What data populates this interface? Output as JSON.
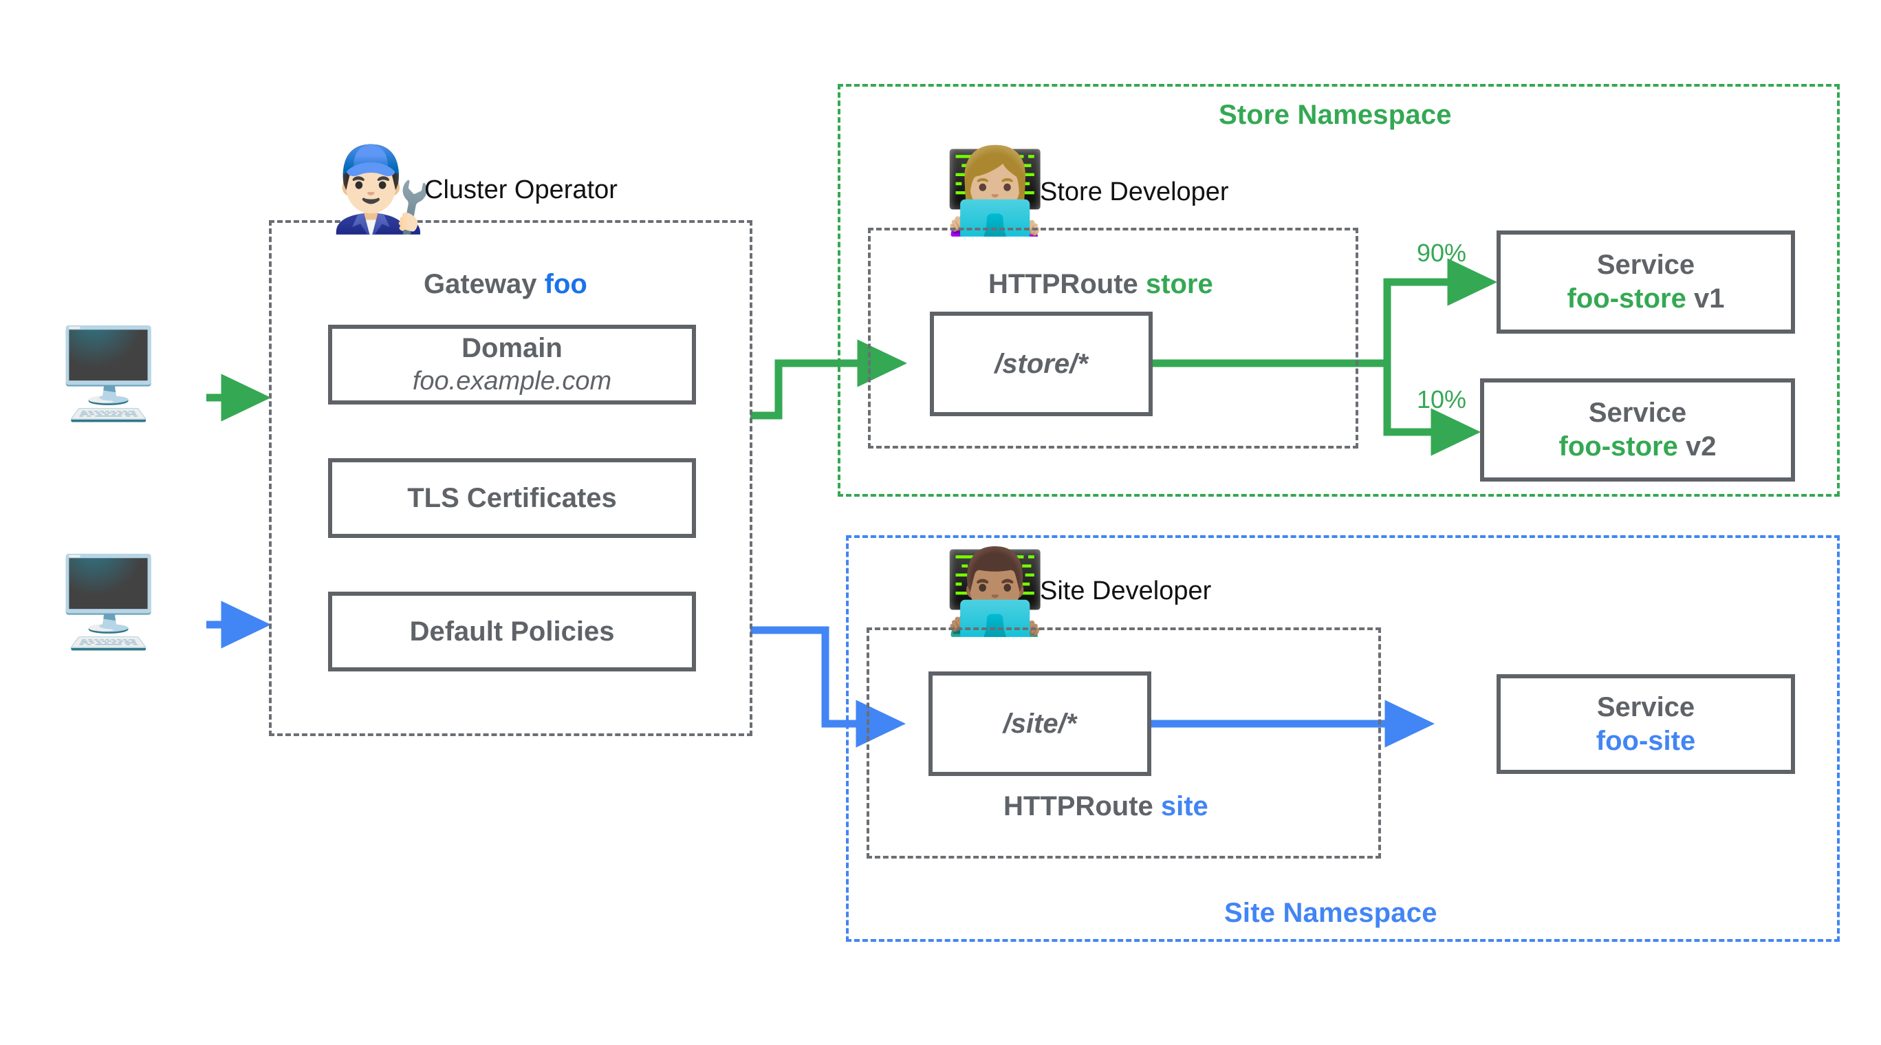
{
  "diagram": {
    "title": "Kubernetes Gateway API role-oriented routing diagram",
    "colors": {
      "green": "#34a853",
      "blue": "#4285f4",
      "grey": "#5f6368",
      "dashed_grey": "#6b6f73"
    }
  },
  "clients": [
    {
      "name": "client-computer-top",
      "icon": "desktop-computer-icon",
      "arrow_color": "#34a853"
    },
    {
      "name": "client-computer-bottom",
      "icon": "desktop-computer-icon",
      "arrow_color": "#4285f4"
    }
  ],
  "gateway": {
    "persona": {
      "label": "Cluster Operator",
      "icon": "man-mechanic-icon"
    },
    "header_prefix": "Gateway",
    "header_name": "foo",
    "items": [
      {
        "title": "Domain",
        "subtitle": "foo.example.com"
      },
      {
        "title": "TLS Certificates",
        "subtitle": ""
      },
      {
        "title": "Default Policies",
        "subtitle": ""
      }
    ]
  },
  "namespaces": [
    {
      "id": "store",
      "title": "Store Namespace",
      "color": "#34a853",
      "persona": {
        "label": "Store Developer",
        "icon": "woman-technologist-icon"
      },
      "route": {
        "header_prefix": "HTTPRoute",
        "header_name": "store",
        "header_position": "above",
        "path": "/store/*"
      },
      "backends": [
        {
          "weight": "90%",
          "title": "Service",
          "name": "foo-store",
          "version": "v1"
        },
        {
          "weight": "10%",
          "title": "Service",
          "name": "foo-store",
          "version": "v2"
        }
      ]
    },
    {
      "id": "site",
      "title": "Site Namespace",
      "color": "#4285f4",
      "persona": {
        "label": "Site Developer",
        "icon": "man-technologist-icon"
      },
      "route": {
        "header_prefix": "HTTPRoute",
        "header_name": "site",
        "header_position": "below",
        "path": "/site/*"
      },
      "backends": [
        {
          "weight": "",
          "title": "Service",
          "name": "foo-site",
          "version": ""
        }
      ]
    }
  ]
}
